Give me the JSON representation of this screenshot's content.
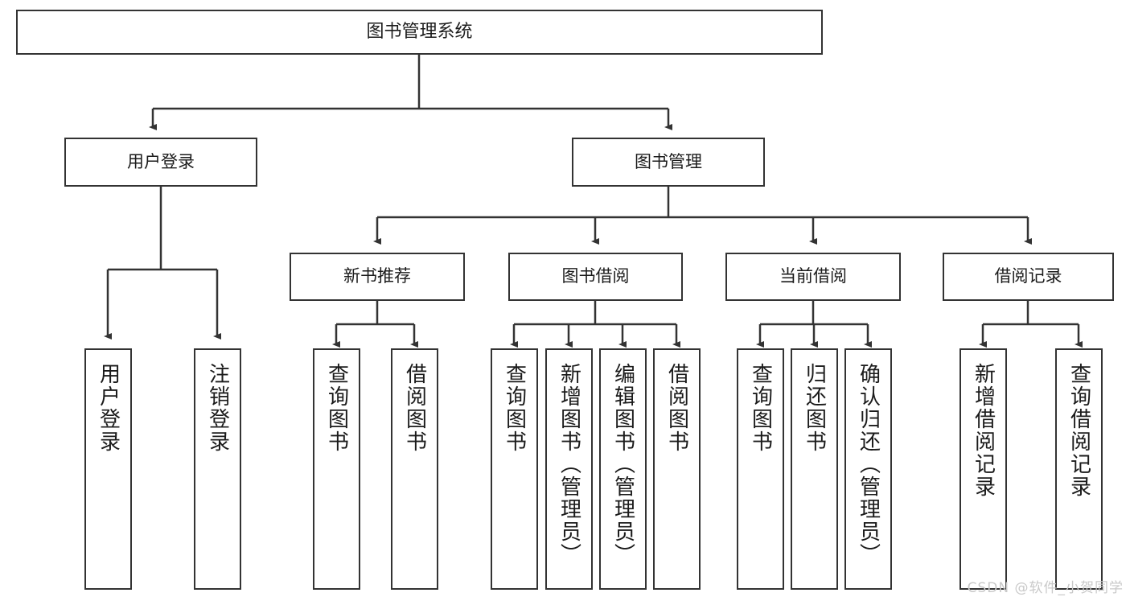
{
  "diagram": {
    "title": "图书管理系统",
    "type": "tree",
    "root": {
      "label": "图书管理系统"
    },
    "level2": [
      {
        "label": "用户登录"
      },
      {
        "label": "图书管理"
      }
    ],
    "level3": [
      {
        "label": "新书推荐"
      },
      {
        "label": "图书借阅"
      },
      {
        "label": "当前借阅"
      },
      {
        "label": "借阅记录"
      }
    ],
    "leaves_user_login": [
      {
        "label": "用户登录"
      },
      {
        "label": "注销登录"
      }
    ],
    "leaves_new_book": [
      {
        "label": "查询图书"
      },
      {
        "label": "借阅图书"
      }
    ],
    "leaves_borrow": [
      {
        "label": "查询图书"
      },
      {
        "label": "新增图书（管理员）"
      },
      {
        "label": "编辑图书（管理员）"
      },
      {
        "label": "借阅图书"
      }
    ],
    "leaves_current": [
      {
        "label": "查询图书"
      },
      {
        "label": "归还图书"
      },
      {
        "label": "确认归还（管理员）"
      }
    ],
    "leaves_records": [
      {
        "label": "新增借阅记录"
      },
      {
        "label": "查询借阅记录"
      }
    ]
  },
  "watermark": {
    "text": "CSDN @软件_小贺同学"
  },
  "colors": {
    "box_border": "#333333",
    "box_fill": "#ffffff",
    "connector": "#333333",
    "text": "#1b1b1b",
    "watermark": "#c9c9c9"
  }
}
